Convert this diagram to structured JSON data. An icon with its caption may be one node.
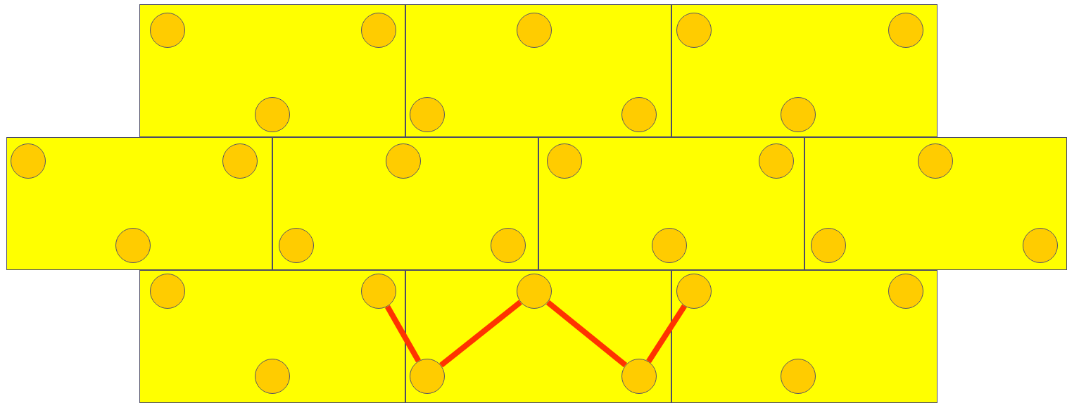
{
  "diagram": {
    "nodes": [
      {
        "text": [],
        "shape": "box"
      },
      {
        "text": [],
        "shape": "circle",
        "in": 0
      },
      {
        "text": [],
        "shape": "circle",
        "in": 0
      },
      {
        "text": [],
        "shape": "circle",
        "in": 0
      },
      {
        "text": [],
        "shape": "box"
      },
      {
        "text": [],
        "shape": "circle",
        "in": 4
      },
      {
        "text": [],
        "shape": "circle",
        "in": 4
      },
      {
        "text": [],
        "shape": "circle",
        "in": 4
      },
      {
        "text": [],
        "shape": "box"
      },
      {
        "text": [],
        "shape": "circle",
        "in": 8
      },
      {
        "text": [],
        "shape": "circle",
        "in": 8
      },
      {
        "text": [],
        "shape": "circle",
        "in": 8
      },
      {
        "text": [],
        "shape": "box"
      },
      {
        "text": [],
        "shape": "circle",
        "in": 12
      },
      {
        "text": [],
        "shape": "circle",
        "in": 12
      },
      {
        "text": [],
        "shape": "circle",
        "in": 12
      },
      {
        "text": [],
        "shape": "box"
      },
      {
        "text": [],
        "shape": "circle",
        "in": 16
      },
      {
        "text": [],
        "shape": "circle",
        "in": 16
      },
      {
        "text": [],
        "shape": "circle",
        "in": 16
      },
      {
        "text": [],
        "shape": "box"
      },
      {
        "text": [],
        "shape": "circle",
        "in": 20
      },
      {
        "text": [],
        "shape": "circle",
        "in": 20
      },
      {
        "text": [],
        "shape": "circle",
        "in": 20
      },
      {
        "text": [],
        "shape": "box"
      },
      {
        "text": [],
        "shape": "circle",
        "in": 24
      },
      {
        "text": [],
        "shape": "circle",
        "in": 24
      },
      {
        "text": [],
        "shape": "circle",
        "in": 24
      },
      {
        "text": [],
        "shape": "box"
      },
      {
        "text": [],
        "shape": "circle",
        "in": 28
      },
      {
        "text": [],
        "shape": "circle",
        "in": 28
      },
      {
        "text": [],
        "shape": "circle",
        "in": 28
      },
      {
        "text": [],
        "shape": "box"
      },
      {
        "text": [],
        "shape": "circle",
        "in": 32
      },
      {
        "text": [],
        "shape": "circle",
        "in": 32
      },
      {
        "text": [],
        "shape": "circle",
        "in": 32
      },
      {
        "text": [],
        "shape": "box"
      },
      {
        "text": [],
        "shape": "circle",
        "in": 36
      },
      {
        "text": [],
        "shape": "circle",
        "in": 36
      },
      {
        "text": [],
        "shape": "circle",
        "in": 36
      }
    ],
    "edges": [
      {
        "from": 30,
        "to": 34,
        "arrow": "none"
      },
      {
        "from": 34,
        "to": 33,
        "arrow": "none"
      },
      {
        "from": 33,
        "to": 35,
        "arrow": "none"
      },
      {
        "from": 35,
        "to": 37,
        "arrow": "none"
      }
    ]
  }
}
